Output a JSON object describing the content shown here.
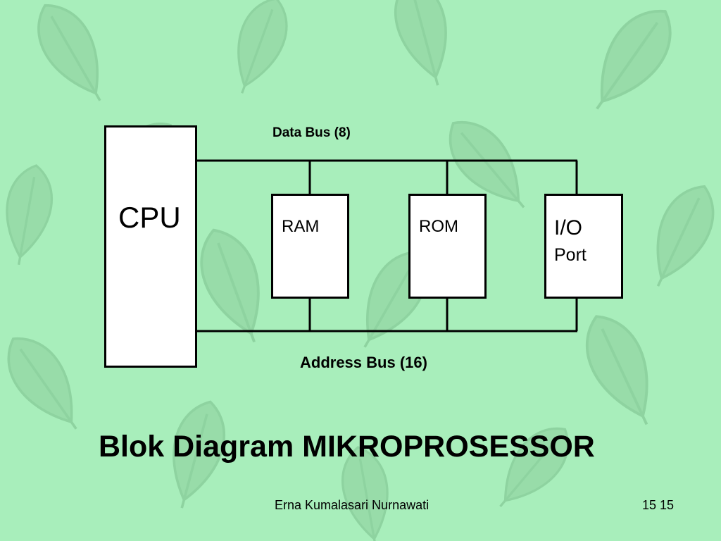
{
  "slide": {
    "background_color": "#a8eebb",
    "leaf_color": "#98dca9",
    "title": "Blok Diagram MIKROPROSESSOR",
    "footer": {
      "author": "Erna Kumalasari Nurnawati",
      "page": "15 15"
    }
  },
  "diagram": {
    "data_bus_label": "Data  Bus (8)",
    "address_bus_label": "Address  Bus (16)",
    "blocks": {
      "cpu": "CPU",
      "ram": "RAM",
      "rom": "ROM",
      "io_line1": "I/O",
      "io_line2": "Port"
    }
  }
}
